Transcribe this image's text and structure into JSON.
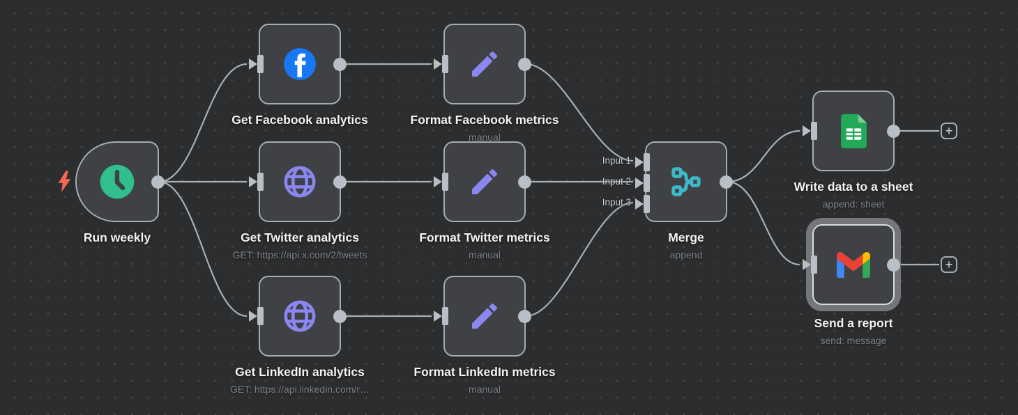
{
  "colors": {
    "canvas-bg": "#2c2d2e",
    "dot": "#47484a",
    "node-bg": "#3f4145",
    "node-border": "#a6acb4",
    "wire": "#a9afb6",
    "conn": "#b9bfc6",
    "title": "#f1f2f3",
    "sub": "#7e8287",
    "inlabel": "#c9ced4",
    "sel-ring": "#747679",
    "sel-border": "#d9dcdf",
    "bolt": "#f4694f",
    "clock": "#30bf8d",
    "fb": "#1877f2",
    "purple": "#8b87f0",
    "teal": "#3fb9c8",
    "sheets": "#23a95a",
    "sheets-fold": "#7bcb96",
    "gm-red": "#ea4335",
    "gm-blue": "#4285f4",
    "gm-green": "#34a853",
    "gm-yellow": "#fbbc04",
    "plus": "#d5d8db"
  },
  "icons": {
    "plus": "+"
  },
  "nodes": {
    "run_weekly": {
      "label": "Run weekly"
    },
    "get_facebook": {
      "label": "Get Facebook analytics"
    },
    "format_facebook": {
      "label": "Format Facebook metrics",
      "subtitle": "manual"
    },
    "get_twitter": {
      "label": "Get Twitter analytics",
      "subtitle": "GET: https://api.x.com/2/tweets"
    },
    "format_twitter": {
      "label": "Format Twitter metrics",
      "subtitle": "manual"
    },
    "get_linkedin": {
      "label": "Get LinkedIn analytics",
      "subtitle": "GET: https://api.linkedin.com/r…"
    },
    "format_linkedin": {
      "label": "Format LinkedIn metrics",
      "subtitle": "manual"
    },
    "merge": {
      "label": "Merge",
      "subtitle": "append",
      "inputs": [
        "Input 1",
        "Input 2",
        "Input 3"
      ]
    },
    "write_sheet": {
      "label": "Write data to a sheet",
      "subtitle": "append: sheet"
    },
    "send_report": {
      "label": "Send a report",
      "subtitle": "send: message",
      "selected": true
    }
  }
}
